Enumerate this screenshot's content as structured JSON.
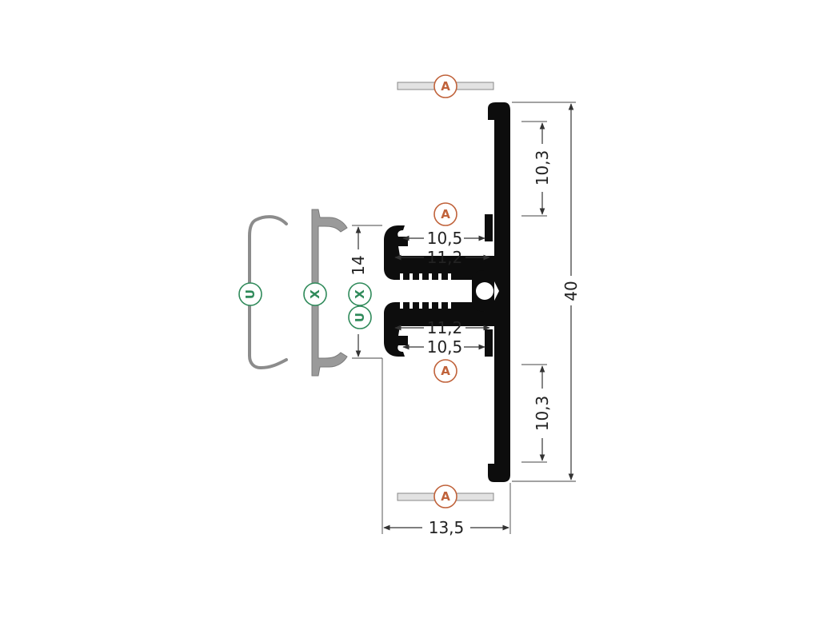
{
  "colors": {
    "profile": "#0d0d0d",
    "cover_fill": "#9a9a9a",
    "clip_stroke": "#8c8c8c",
    "badge_a": "#c0623a",
    "badge_ux": "#2f8a5a",
    "plate_fill": "#e2e2e2"
  },
  "labels": {
    "badge_a": "A",
    "badge_u": "U",
    "badge_x": "X"
  },
  "dimensions": {
    "height_total": "40",
    "channel_top": "10,3",
    "channel_bottom": "10,3",
    "inner_top": "10,5",
    "outer_top": "11,2",
    "outer_bottom": "11,2",
    "inner_bottom": "10,5",
    "slot_height": "14",
    "width_total": "13,5"
  }
}
